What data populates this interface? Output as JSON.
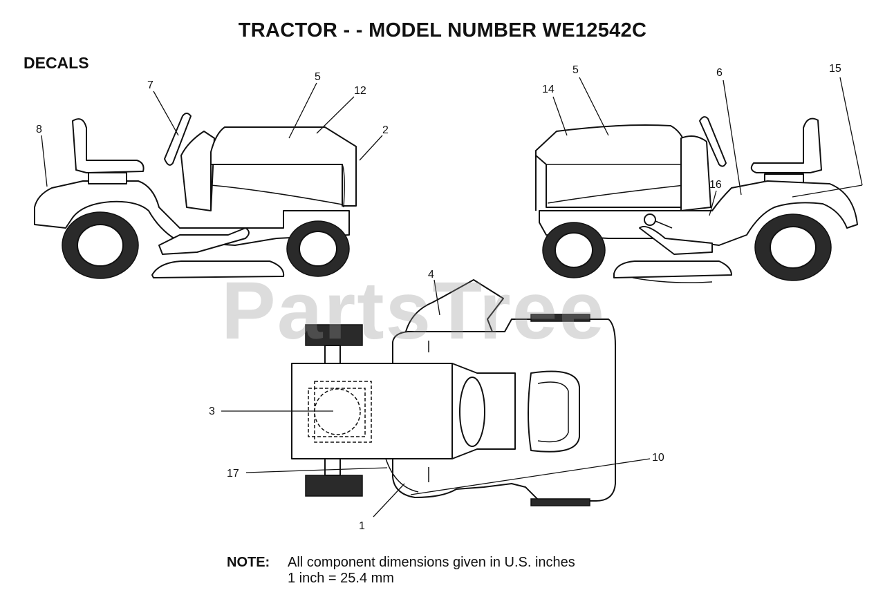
{
  "title": "TRACTOR - - MODEL NUMBER WE12542C",
  "section": "DECALS",
  "watermark": "PartsTree",
  "callouts": {
    "left_view": [
      "8",
      "7",
      "5",
      "12",
      "2"
    ],
    "right_view": [
      "14",
      "5",
      "6",
      "15",
      "16"
    ],
    "top_view": [
      "4",
      "3",
      "17",
      "10",
      "1"
    ]
  },
  "note": {
    "label": "NOTE:",
    "line1": "All component dimensions given in U.S. inches",
    "line2": "1 inch = 25.4 mm"
  },
  "colors": {
    "ink": "#111111",
    "tire": "#2a2a2a",
    "watermark": "#969696"
  }
}
